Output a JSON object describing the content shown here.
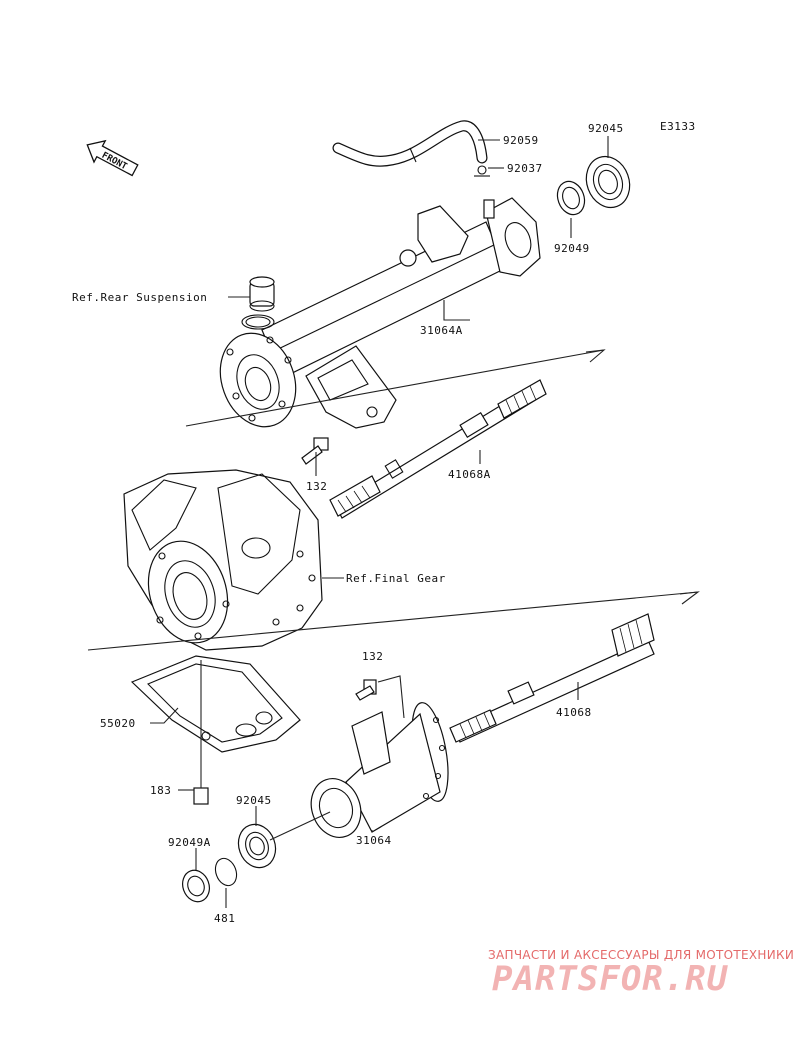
{
  "diagram": {
    "code": "E3133",
    "front_label": "FRONT",
    "parts": {
      "p92059": "92059",
      "p92037": "92037",
      "p92045_top": "92045",
      "p92049": "92049",
      "p31064A": "31064A",
      "p41068A": "41068A",
      "p132_top": "132",
      "p132_bottom": "132",
      "p41068": "41068",
      "p55020": "55020",
      "p183": "183",
      "p92045_bottom": "92045",
      "p92049A": "92049A",
      "p31064": "31064",
      "p481": "481"
    },
    "refs": {
      "rear_suspension": "Ref.Rear Suspension",
      "final_gear": "Ref.Final Gear"
    }
  },
  "watermark": {
    "tagline": "ЗАПЧАСТИ И АКСЕССУАРЫ ДЛЯ МОТОТЕХНИКИ",
    "logo": "PARTSFOR.RU"
  }
}
